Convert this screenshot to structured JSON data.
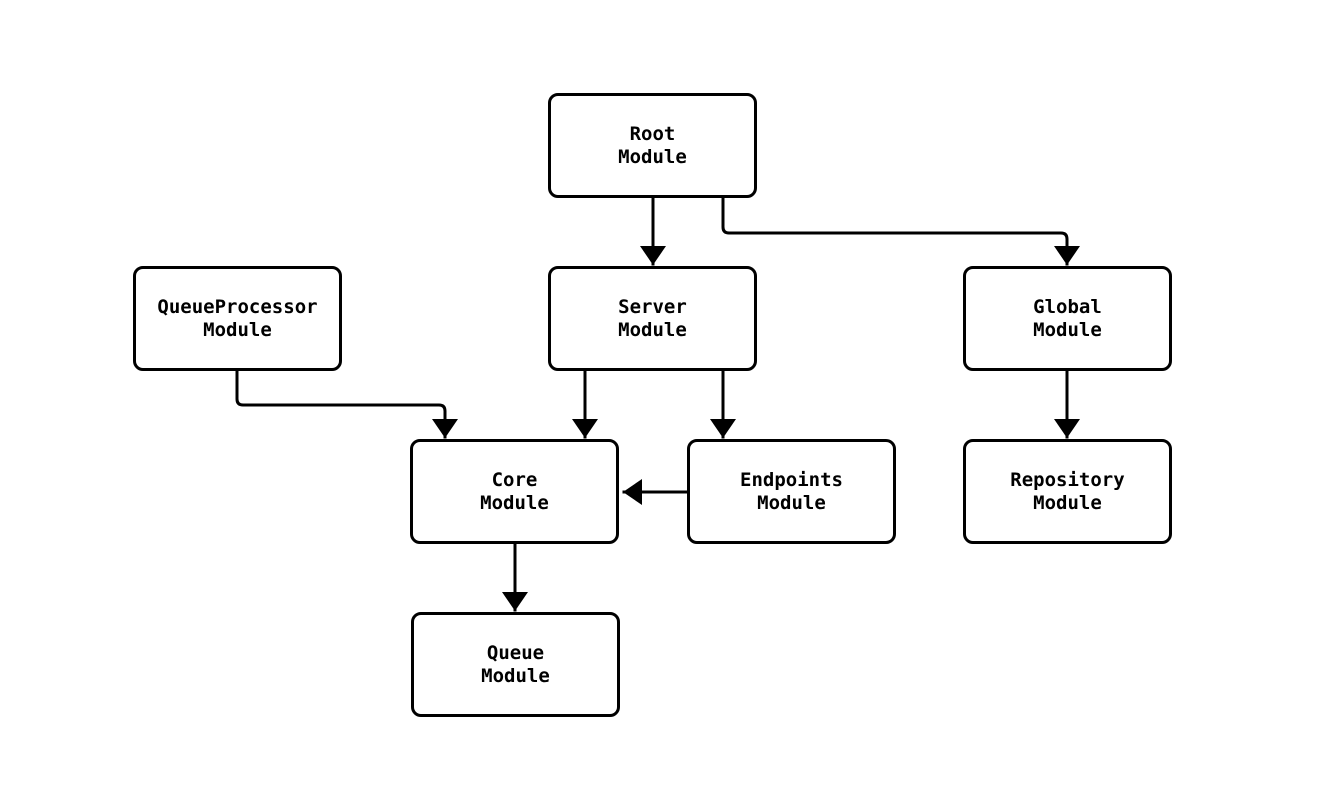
{
  "diagram": {
    "background_color": "#ffffff",
    "node_fill_color": "#ffffff",
    "stroke_color": "#000000",
    "text_color": "#000000",
    "nodes": [
      {
        "id": "root",
        "lines": [
          "Root",
          "Module"
        ]
      },
      {
        "id": "server",
        "lines": [
          "Server",
          "Module"
        ]
      },
      {
        "id": "global",
        "lines": [
          "Global",
          "Module"
        ]
      },
      {
        "id": "queueprocessor",
        "lines": [
          "QueueProcessor",
          "Module"
        ]
      },
      {
        "id": "core",
        "lines": [
          "Core",
          "Module"
        ]
      },
      {
        "id": "endpoints",
        "lines": [
          "Endpoints",
          "Module"
        ]
      },
      {
        "id": "repository",
        "lines": [
          "Repository",
          "Module"
        ]
      },
      {
        "id": "queue",
        "lines": [
          "Queue",
          "Module"
        ]
      }
    ],
    "edges": [
      {
        "from": "root",
        "to": "server"
      },
      {
        "from": "root",
        "to": "global"
      },
      {
        "from": "queueprocessor",
        "to": "core"
      },
      {
        "from": "server",
        "to": "core"
      },
      {
        "from": "server",
        "to": "endpoints"
      },
      {
        "from": "endpoints",
        "to": "core"
      },
      {
        "from": "global",
        "to": "repository"
      },
      {
        "from": "core",
        "to": "queue"
      }
    ]
  }
}
